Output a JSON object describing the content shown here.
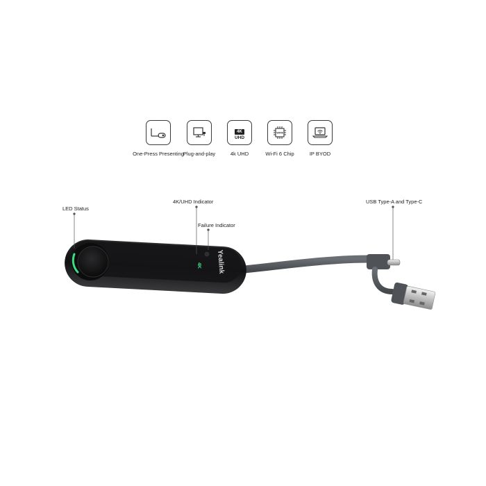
{
  "features": [
    {
      "icon": "dongle-present-icon",
      "label": "One-Press Presenting"
    },
    {
      "icon": "monitor-plug-icon",
      "label": "Plug-and-play"
    },
    {
      "icon": "4k-uhd-icon",
      "label": "4k UHD",
      "badge_top": "4K",
      "badge_bottom": "UHD"
    },
    {
      "icon": "wifi-chip-icon",
      "label": "Wi-Fi 6 Chip",
      "chip_text": "WIFI6"
    },
    {
      "icon": "laptop-wifi-icon",
      "label": "IP BYOD"
    }
  ],
  "callouts": {
    "led_status": "LED Status",
    "uhd_indicator": "4K/UHD Indicator",
    "failure_indicator": "Failure Indicator",
    "usb": "USB Type-A and Type-C"
  },
  "device": {
    "brand": "Yealink",
    "indicator_text": "4K",
    "led_color": "#3ddc84",
    "body_color": "#1c1c1e",
    "cable_color": "#55595d"
  }
}
